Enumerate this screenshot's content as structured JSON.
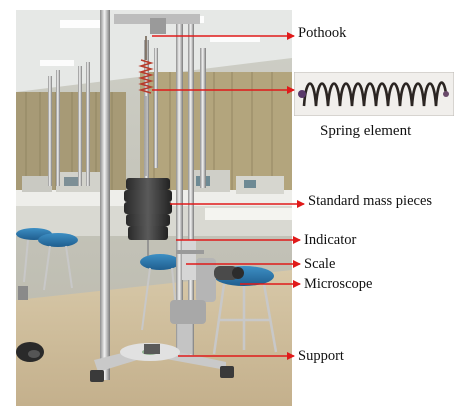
{
  "labels": {
    "pothook": "Pothook",
    "spring_element": "Spring element",
    "standard_mass_pieces": "Standard mass pieces",
    "indicator": "Indicator",
    "scale": "Scale",
    "microscope": "Microscope",
    "support": "Support"
  },
  "colors": {
    "arrow": "#e01a1a",
    "text": "#111111"
  }
}
